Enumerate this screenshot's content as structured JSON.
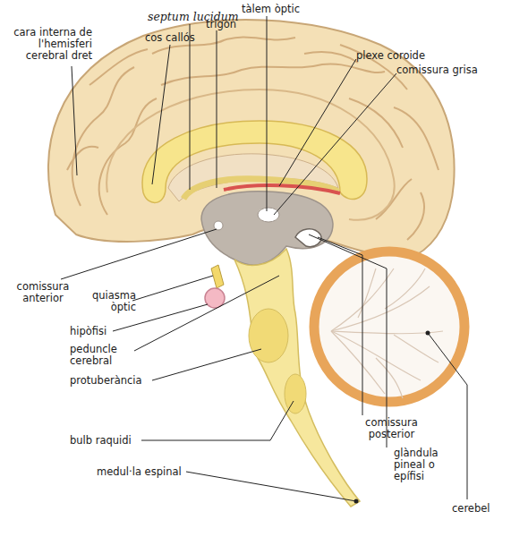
{
  "diagram": {
    "labels": [
      "cara interna de l'hemisferi cerebral dret",
      "septum lucidum",
      "cos callós",
      "trígon",
      "tàlem òptic",
      "plexe coroide",
      "comissura grisa",
      "comissura anterior",
      "quiasma òptic",
      "hipòfisi",
      "peduncle cerebral",
      "protuberància",
      "bulb raquidi",
      "medul·la espinal",
      "comissura posterior",
      "glàndula pineal o epífisi",
      "cerebel"
    ]
  }
}
